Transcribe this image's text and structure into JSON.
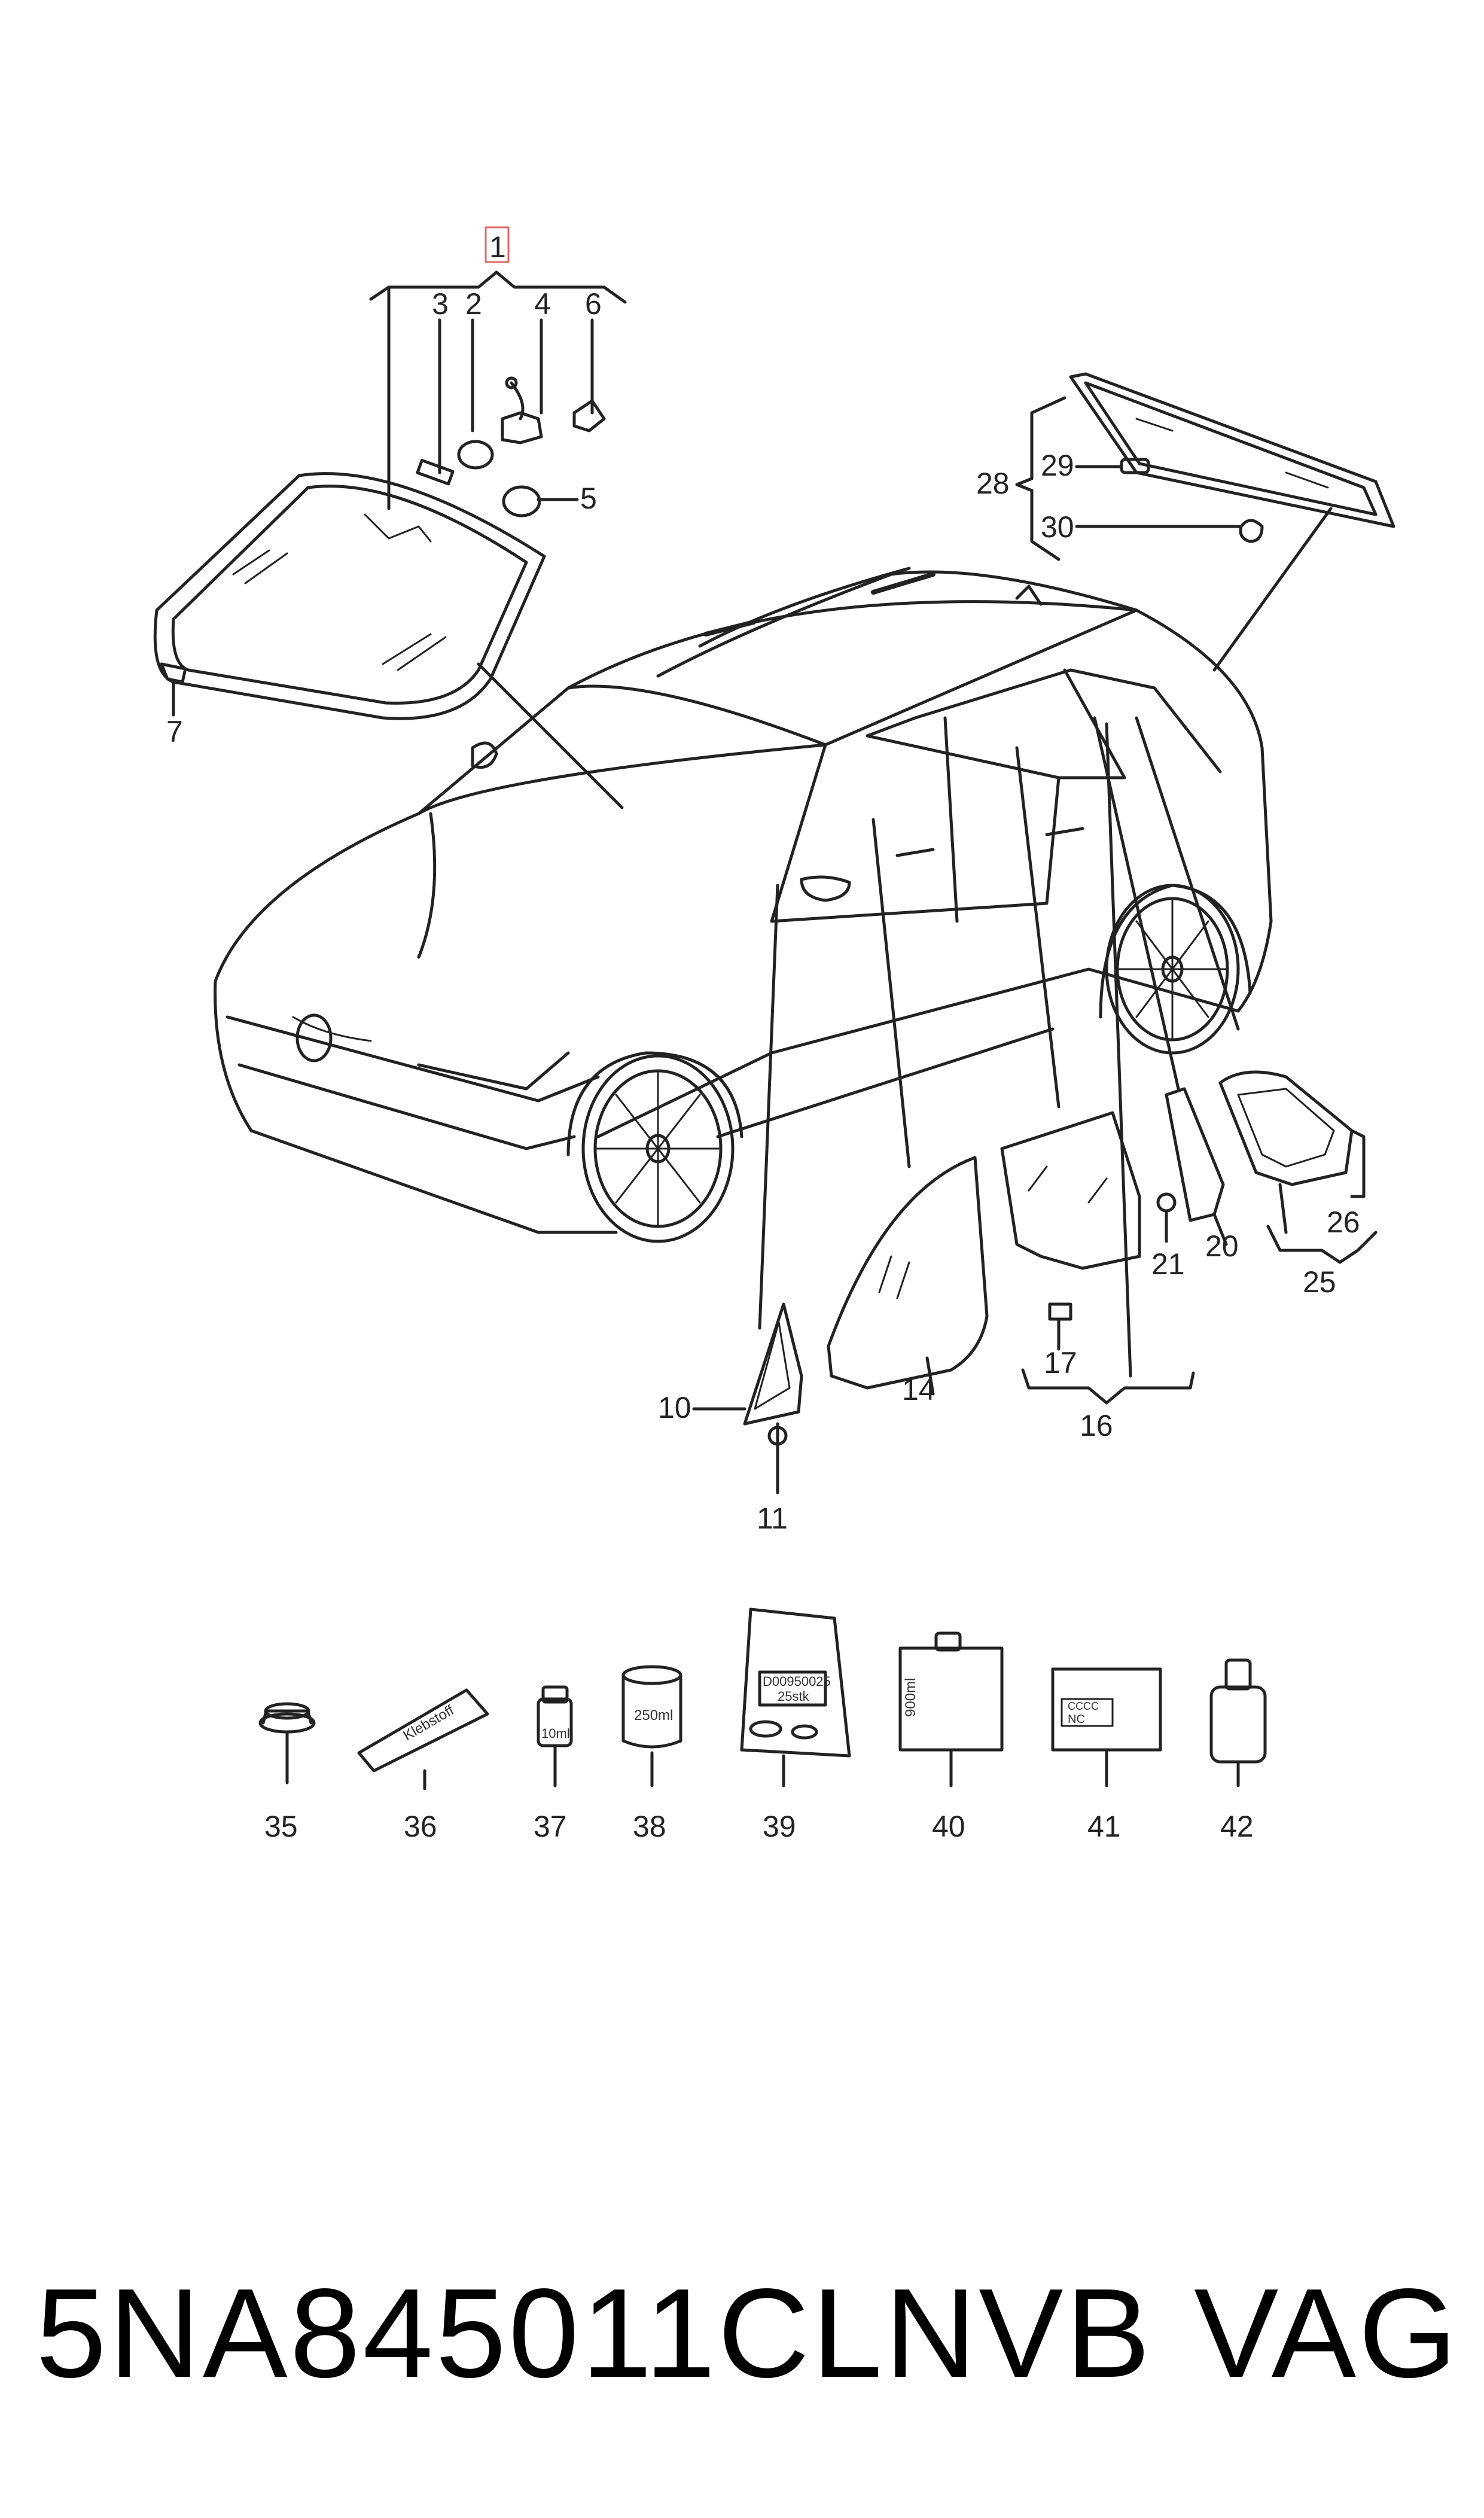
{
  "diagram": {
    "callouts": [
      "1",
      "2",
      "3",
      "4",
      "5",
      "6",
      "7",
      "10",
      "11",
      "14",
      "16",
      "17",
      "20",
      "21",
      "25",
      "26",
      "28",
      "29",
      "30",
      "35",
      "36",
      "37",
      "38",
      "39",
      "40",
      "41",
      "42"
    ],
    "product_labels": {
      "adhesive_tube": "Klebstoff",
      "bottle_small": "10ml",
      "can": "250ml",
      "bag_code": "D00950025",
      "bag_qty": "25stk",
      "box_volume": "900ml",
      "kit_box_line1": "CCCC",
      "kit_box_line2": "NC"
    }
  },
  "footer": {
    "part_number": "5NA845011CLNVB",
    "brand": "VAG"
  },
  "colors": {
    "line": "#222222",
    "highlight_box": "#e06666",
    "background": "#ffffff"
  }
}
